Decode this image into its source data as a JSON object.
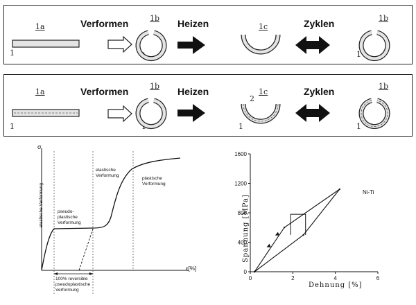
{
  "rows": [
    {
      "verformen": "Verformen",
      "heizen": "Heizen",
      "zyklen": "Zyklen",
      "tags": {
        "a": "1a",
        "b": "1b",
        "c": "1c",
        "d": "1b",
        "one1": "1",
        "one2": "1",
        "one3": "1"
      }
    },
    {
      "verformen": "Verformen",
      "heizen": "Heizen",
      "zyklen": "Zyklen",
      "tags": {
        "a": "1a",
        "b": "1b",
        "c": "1c",
        "d": "1b",
        "two": "2",
        "one1": "1",
        "one2": "1",
        "one3": "1",
        "one4": "1"
      }
    }
  ],
  "chart_data": [
    {
      "type": "line",
      "title": "",
      "ylabel": "σ",
      "xlabel": "ε[%]",
      "regions": [
        "elastische Verformung",
        "pseudo-plastische Verformung",
        "elastische Verformung",
        "plastische Verformung"
      ],
      "annotation": "100% reversible pseudoplastische Verformung",
      "series": [
        {
          "style": "solid",
          "description": "stress-strain curve"
        },
        {
          "style": "dashed",
          "description": "unloading line"
        }
      ]
    },
    {
      "type": "line",
      "title": "",
      "xlabel": "Dehnung [%]",
      "ylabel": "Spannung [MPa]",
      "xlim": [
        0,
        6
      ],
      "ylim": [
        0,
        1600
      ],
      "xticks": [
        "0",
        "2",
        "4",
        "6"
      ],
      "yticks": [
        "0",
        "400",
        "800",
        "1200",
        "1600"
      ],
      "legend": "Ni-Ti",
      "series": [
        {
          "name": "Ni-Ti",
          "x": [
            0.2,
            2.5,
            4.2,
            1.6,
            0.2
          ],
          "y": [
            0,
            500,
            1120,
            600,
            0
          ]
        }
      ]
    }
  ]
}
